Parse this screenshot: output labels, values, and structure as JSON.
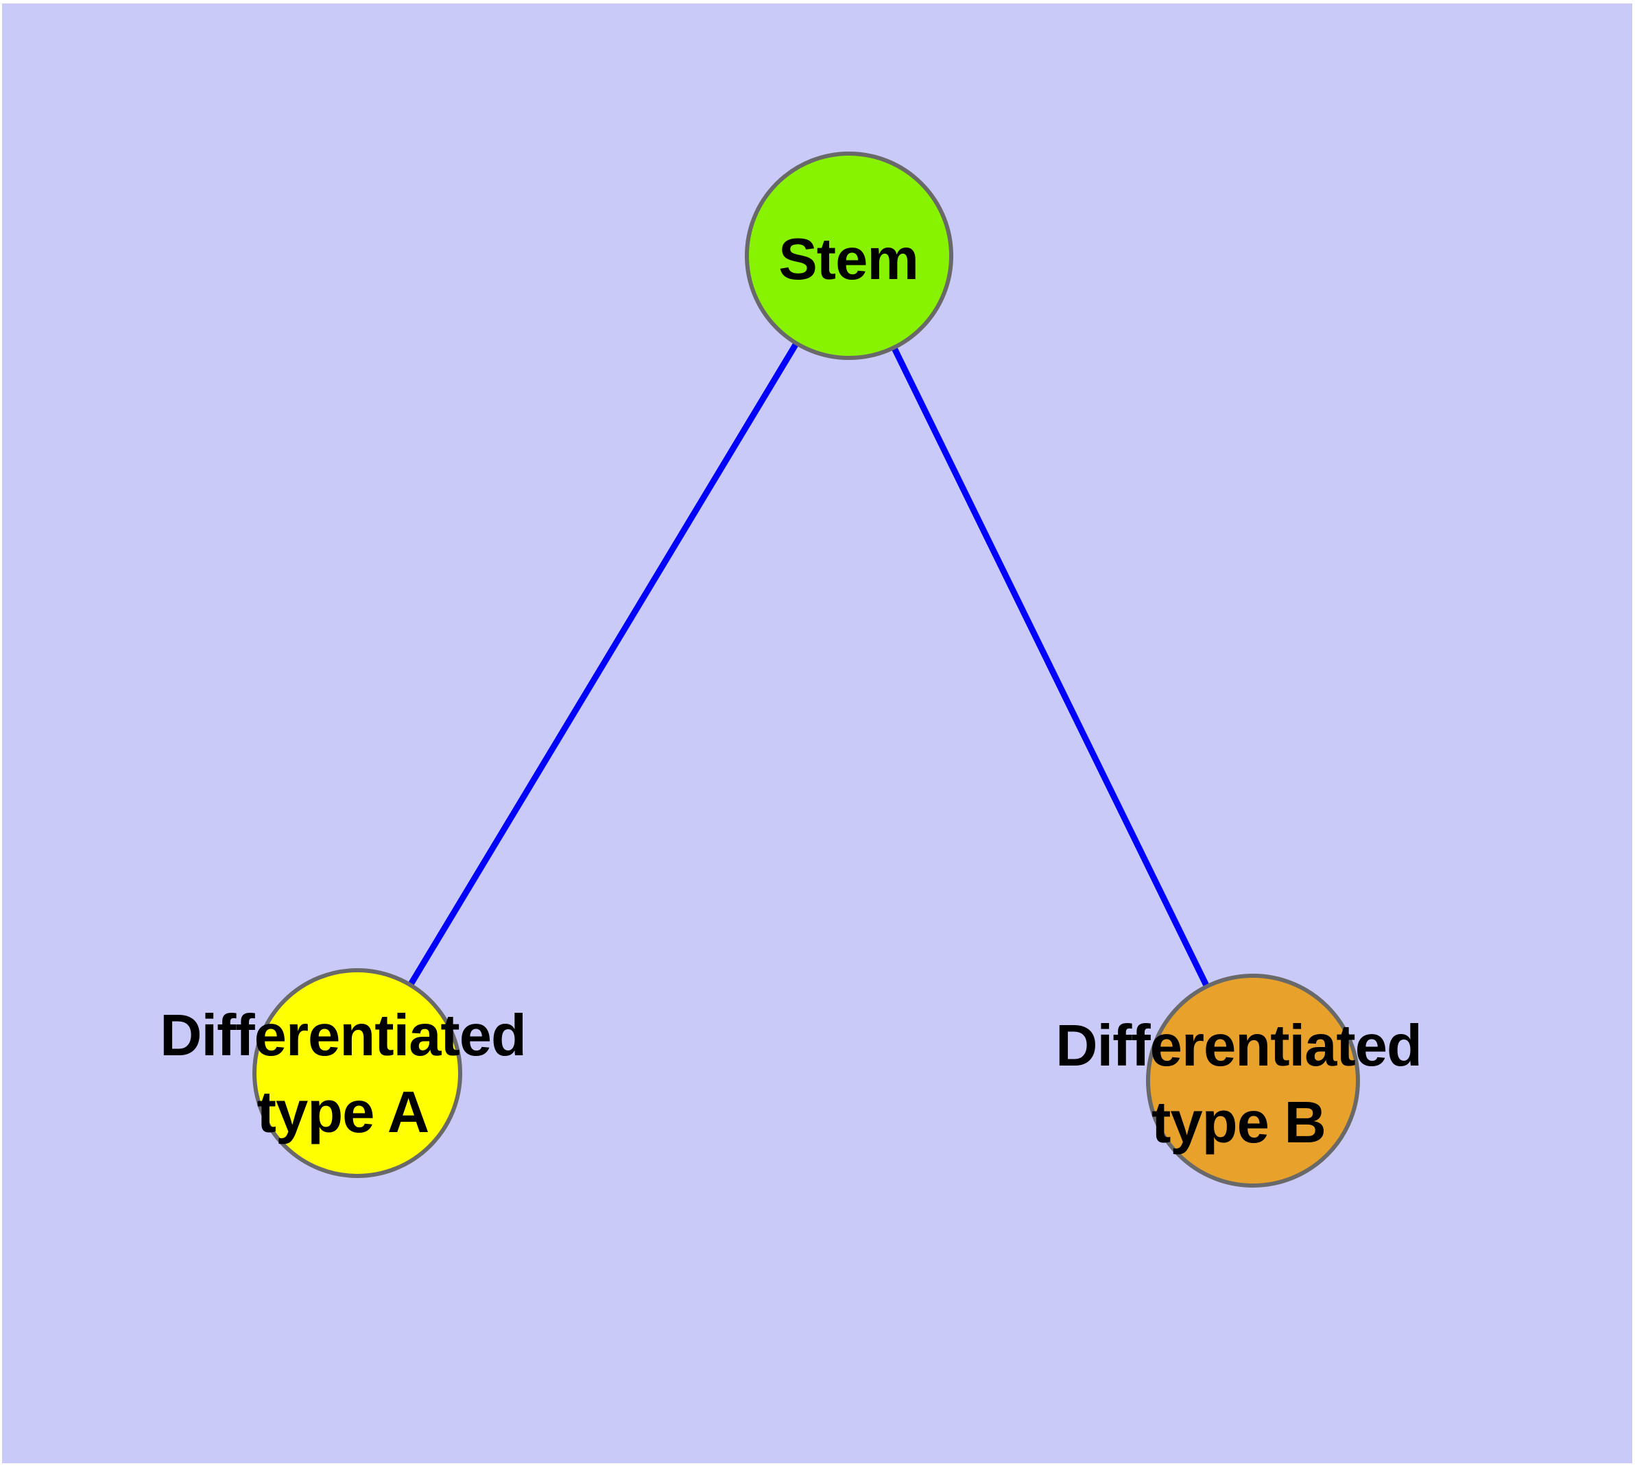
{
  "figure": {
    "type": "graph-diagram",
    "background_color": "#CACAF9",
    "frame_color": "#FFFFFF",
    "text_color": "#000000"
  },
  "diagram": {
    "nodes": [
      {
        "id": "stem",
        "label": "Stem",
        "fill": "#87F300",
        "border": "#696969"
      },
      {
        "id": "diff-a",
        "label_line1": "Differentiated",
        "label_line2": "type A",
        "fill": "#FFFF00",
        "border": "#696969"
      },
      {
        "id": "diff-b",
        "label_line1": "Differentiated",
        "label_line2": "type B",
        "fill": "#E8A12A",
        "border": "#696969"
      }
    ],
    "edges": [
      {
        "from": "stem",
        "to": "diff-a",
        "color": "#0000FF"
      },
      {
        "from": "stem",
        "to": "diff-b",
        "color": "#0000FF"
      }
    ]
  }
}
